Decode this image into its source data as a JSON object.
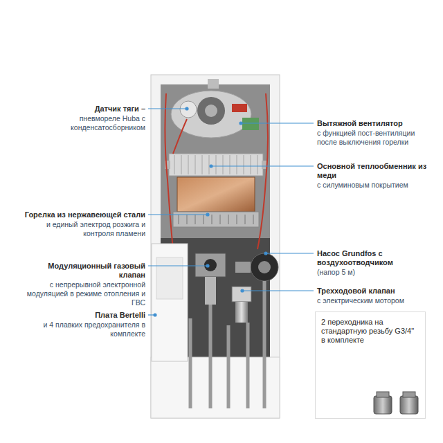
{
  "diagram": {
    "nodes": [
      {
        "text": [
          "2 переходника на стандартную резьбу G3/4\" в комплекте"
        ]
      }
    ],
    "labels": [
      "Датчик тяги –",
      "пневмореле Huba с конденсатосборником",
      "Вытяжной вентилятор",
      "с функцией пост-вентиляции после выключения горелки",
      "Основной теплообменник из меди",
      "с силуминовым покрытием",
      "Горелка из нержавеющей стали",
      "и единый электрод розжига и контроля пламени",
      "Насос Grundfos с воздухоотводчиком",
      "(напор 5 м)",
      "Модуляционный газовый клапан",
      "с непрерывной электронной модуляцией в режиме отопления и ГВС",
      "Трехходовой клапан",
      "с электрическим мотором",
      "Плата Bertelli",
      "и 4 плавких предохранителя в комплекте"
    ]
  }
}
